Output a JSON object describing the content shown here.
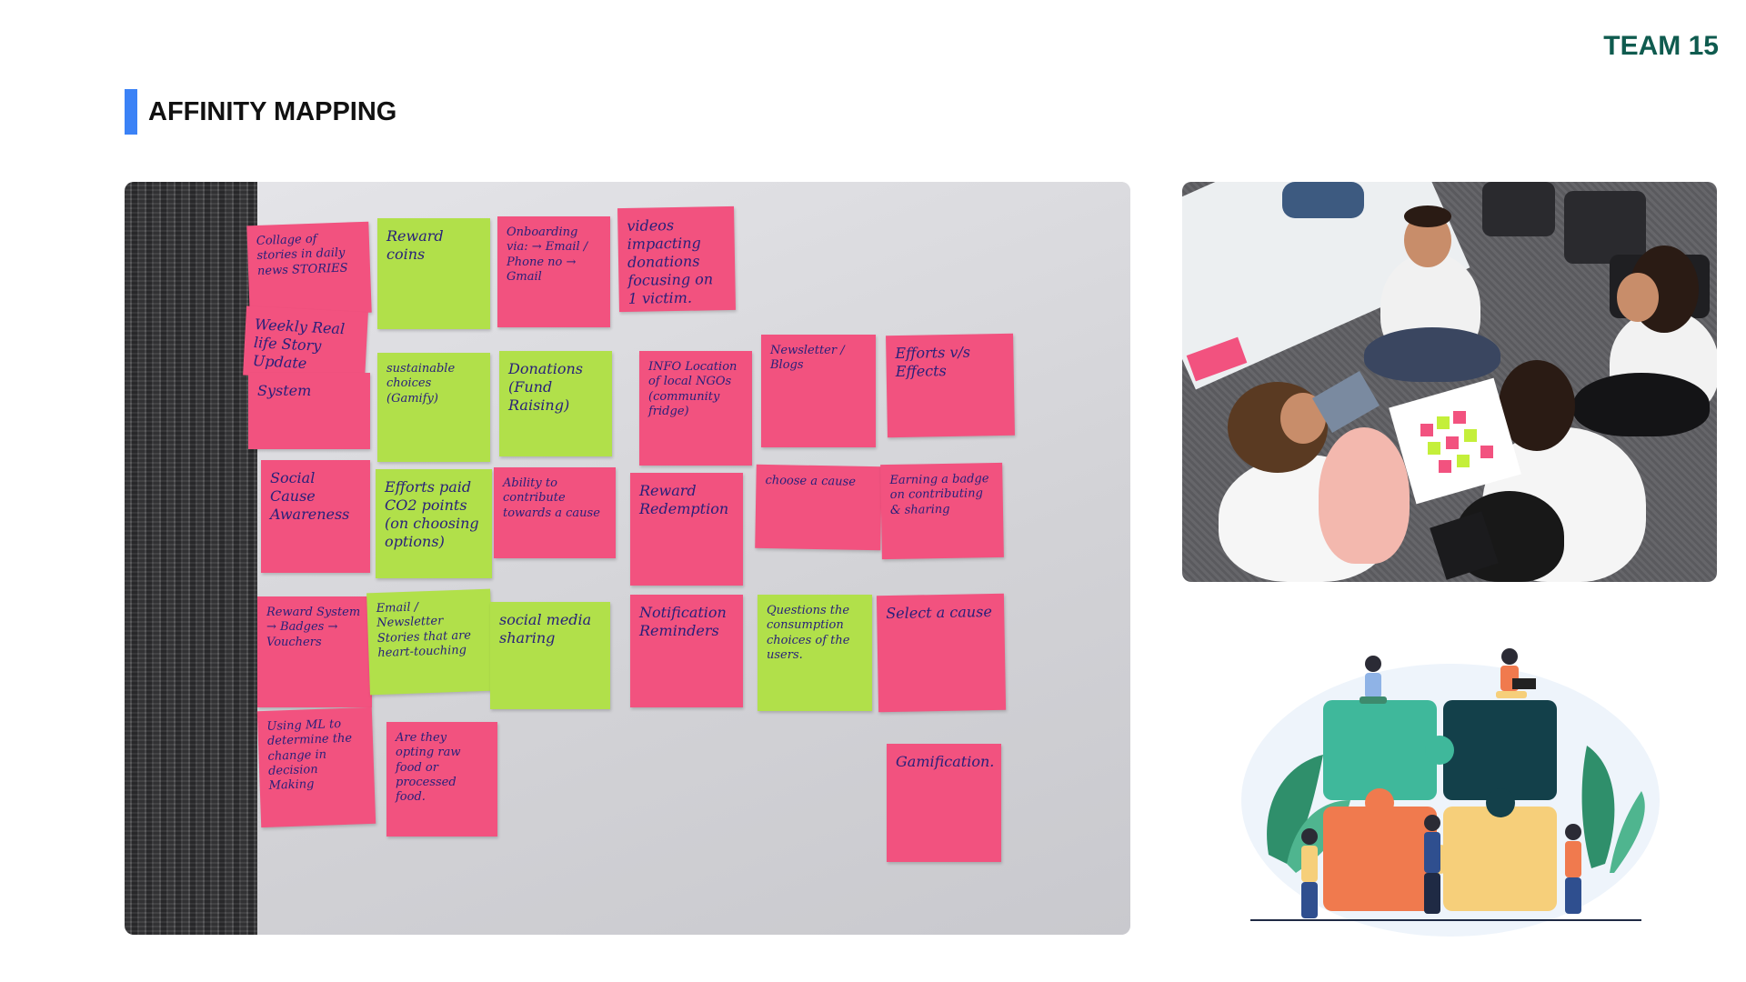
{
  "header": {
    "team_label": "TEAM 15",
    "title": "AFFINITY MAPPING"
  },
  "colors": {
    "accent_bar": "#3b82f6",
    "team_label": "#0f5b4f",
    "sticky_pink": "#f2527f",
    "sticky_green": "#b1e04a"
  },
  "affinity_photo": {
    "notes": [
      "Collage of stories in daily news STORIES",
      "Reward coins",
      "Onboarding via: → Email / Phone no → Gmail",
      "videos impacting donations focusing on 1 victim.",
      "Weekly Real life Story Update",
      "System",
      "sustainable choices (Gamify)",
      "Donations (Fund Raising)",
      "INFO Location of local NGOs (community fridge)",
      "Newsletter / Blogs",
      "Efforts v/s Effects",
      "Social Cause Awareness",
      "Efforts paid CO2 points (on choosing options)",
      "Ability to contribute towards a cause",
      "Reward Redemption",
      "choose a cause",
      "Earning a badge on contributing & sharing",
      "Reward System → Badges → Vouchers",
      "Email / Newsletter Stories that are heart-touching",
      "social media sharing",
      "Notification Reminders",
      "Questions the consumption choices of the users.",
      "Select a cause",
      "Using ML to determine the change in decision Making",
      "Are they opting raw food or processed food.",
      "Gamification."
    ]
  },
  "team_photo": {
    "icon": "team-workshop-photo"
  },
  "illustration": {
    "icon": "puzzle-teamwork-illustration"
  }
}
